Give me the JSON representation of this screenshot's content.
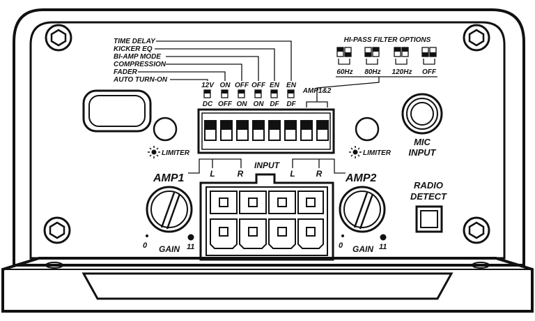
{
  "switch_legend": {
    "labels": [
      "TIME DELAY",
      "KICKER EQ",
      "BI-AMP MODE",
      "COMPRESSION",
      "FADER",
      "AUTO TURN-ON"
    ],
    "top_states": [
      "12V",
      "ON",
      "OFF",
      "OFF",
      "EN",
      "EN"
    ],
    "bottom_states": [
      "DC",
      "OFF",
      "ON",
      "ON",
      "DF",
      "DF"
    ],
    "group_label": "AMP1&2"
  },
  "hipass": {
    "title": "HI-PASS FILTER OPTIONS",
    "options": [
      "60Hz",
      "80Hz",
      "120Hz",
      "OFF"
    ]
  },
  "limiter_left": "LIMITER",
  "limiter_right": "LIMITER",
  "amp1": {
    "title": "AMP1",
    "gain": "GAIN",
    "min": "0",
    "max": "11",
    "left": "L",
    "right": "R"
  },
  "amp2": {
    "title": "AMP2",
    "gain": "GAIN",
    "min": "0",
    "max": "11",
    "left": "L",
    "right": "R"
  },
  "input_label": "INPUT",
  "mic": {
    "line1": "MIC",
    "line2": "INPUT"
  },
  "radio": {
    "line1": "RADIO",
    "line2": "DETECT"
  }
}
